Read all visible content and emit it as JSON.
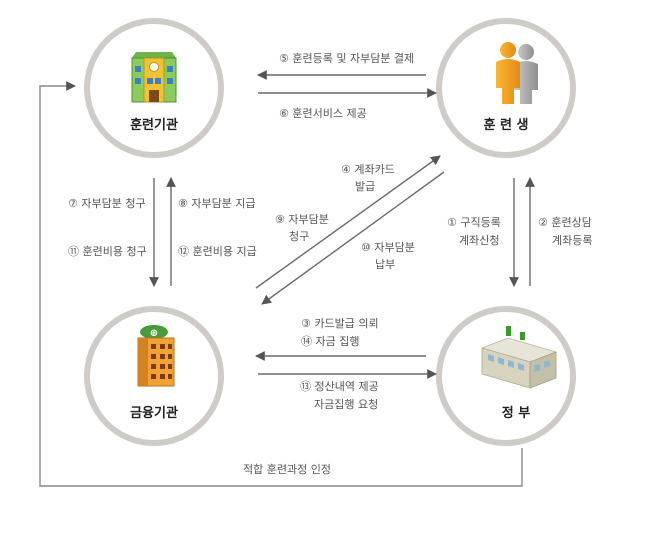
{
  "nodes": {
    "training_institution": "훈련기관",
    "trainee": "훈 련 생",
    "financial_institution": "금융기관",
    "government": "정 부"
  },
  "flows": {
    "f5": "⑤ 훈련등록 및 자부담분 결제",
    "f6": "⑥ 훈련서비스 제공",
    "f7": "⑦ 자부담분 청구",
    "f11": "⑪ 훈련비용 청구",
    "f8": "⑧ 자부담분 지급",
    "f12": "⑫ 훈련비용 지급",
    "f4": [
      "④ 계좌카드",
      "발급"
    ],
    "f9": [
      "⑨ 자부담분",
      "청구"
    ],
    "f10": [
      "⑩ 자부담분",
      "납부"
    ],
    "f1": [
      "① 구직등록",
      "계좌신청"
    ],
    "f2": [
      "② 훈련상담",
      "계좌등록"
    ],
    "f3": "③ 카드발급 의뢰",
    "f14": "⑭ 자금 집행",
    "f13": [
      "⑬ 정산내역 제공",
      "자금집행 요청"
    ],
    "loop": "적합 훈련과정 인정"
  },
  "icons": [
    "school-building-icon",
    "people-icon",
    "bank-building-icon",
    "government-building-icon"
  ]
}
